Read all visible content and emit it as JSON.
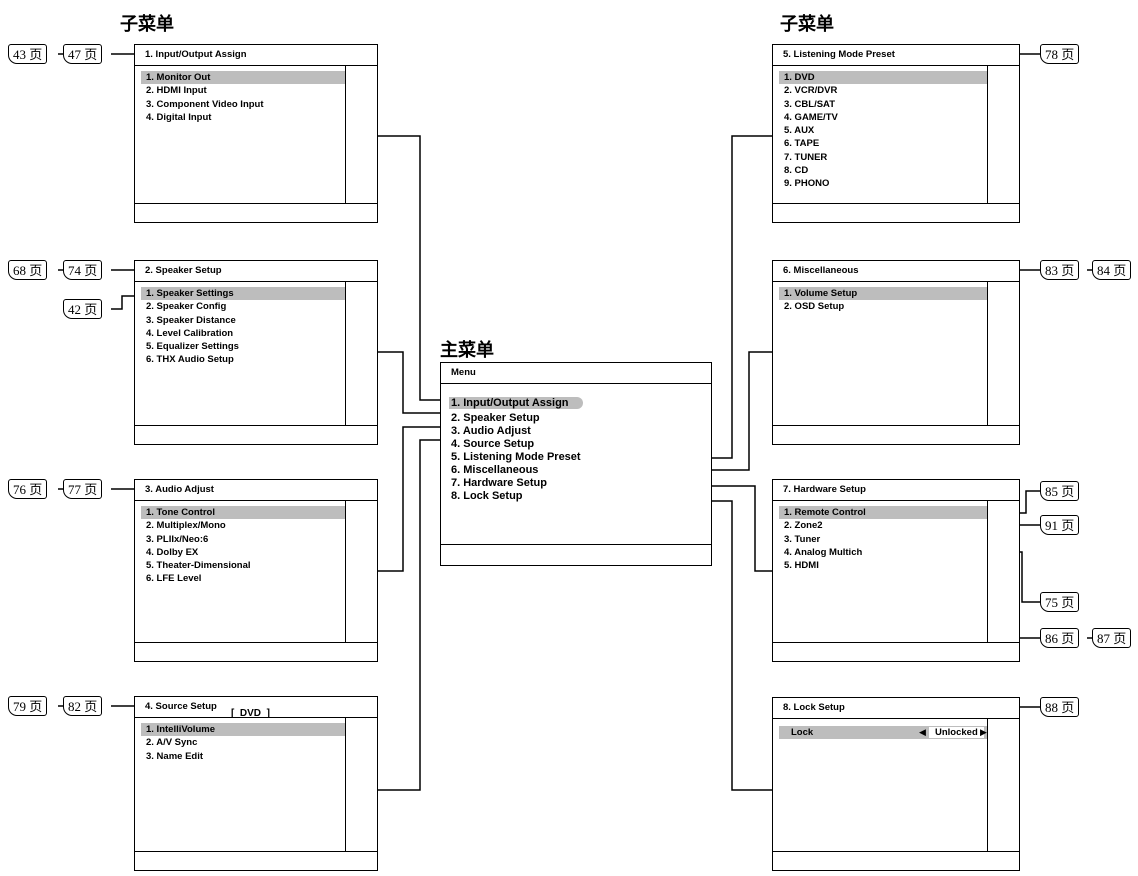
{
  "headings": {
    "sub_left": "子菜单",
    "sub_right": "子菜单",
    "main": "主菜单"
  },
  "main_menu": {
    "title": "Menu",
    "items": [
      "1.  Input/Output Assign",
      "2.  Speaker Setup",
      "3.  Audio Adjust",
      "4.  Source Setup",
      "5.  Listening Mode Preset",
      "6.  Miscellaneous",
      "7.  Hardware Setup",
      "8.  Lock Setup"
    ]
  },
  "panels": {
    "io": {
      "title": "1.  Input/Output Assign",
      "items": [
        "1.  Monitor Out",
        "2.  HDMI Input",
        "3.  Component Video Input",
        "4.  Digital Input"
      ]
    },
    "speaker": {
      "title": "2.  Speaker Setup",
      "items": [
        "1.  Speaker Settings",
        "2.  Speaker Config",
        "3.  Speaker Distance",
        "4.  Level Calibration",
        "5.  Equalizer Settings",
        "6.  THX Audio Setup"
      ]
    },
    "audio": {
      "title": "3.  Audio Adjust",
      "items": [
        "1.  Tone Control",
        "2.  Multiplex/Mono",
        "3.  PLIIx/Neo:6",
        "4.  Dolby EX",
        "5.  Theater-Dimensional",
        "6.  LFE Level"
      ]
    },
    "source": {
      "title": "4.  Source Setup",
      "selector": "DVD",
      "items": [
        "1.  IntelliVolume",
        "2.  A/V Sync",
        "3.  Name Edit"
      ]
    },
    "listening": {
      "title": "5.  Listening Mode Preset",
      "items": [
        "1.  DVD",
        "2.  VCR/DVR",
        "3.  CBL/SAT",
        "4.  GAME/TV",
        "5.  AUX",
        "6.  TAPE",
        "7.  TUNER",
        "8.  CD",
        "9.  PHONO"
      ]
    },
    "misc": {
      "title": "6.  Miscellaneous",
      "items": [
        "1.  Volume Setup",
        "2.  OSD Setup"
      ]
    },
    "hardware": {
      "title": "7.  Hardware Setup",
      "items": [
        "1.  Remote Control",
        "2.  Zone2",
        "3.  Tuner",
        "4.  Analog Multich",
        "5.  HDMI"
      ]
    },
    "lock": {
      "title": "8.  Lock Setup",
      "lock_label": "Lock",
      "lock_value": "Unlocked"
    }
  },
  "page_refs": {
    "io_a": "43 页",
    "io_b": "47 页",
    "speaker_a": "68 页",
    "speaker_b": "74 页",
    "speaker_item": "42 页",
    "audio_a": "76 页",
    "audio_b": "77 页",
    "source_a": "79 页",
    "source_b": "82 页",
    "listening": "78 页",
    "misc_a": "83 页",
    "misc_b": "84 页",
    "hw_remote": "85 页",
    "hw_zone2": "91 页",
    "hw_analog": "75 页",
    "hw_hdmi_a": "86 页",
    "hw_hdmi_b": "87 页",
    "lock": "88 页"
  }
}
